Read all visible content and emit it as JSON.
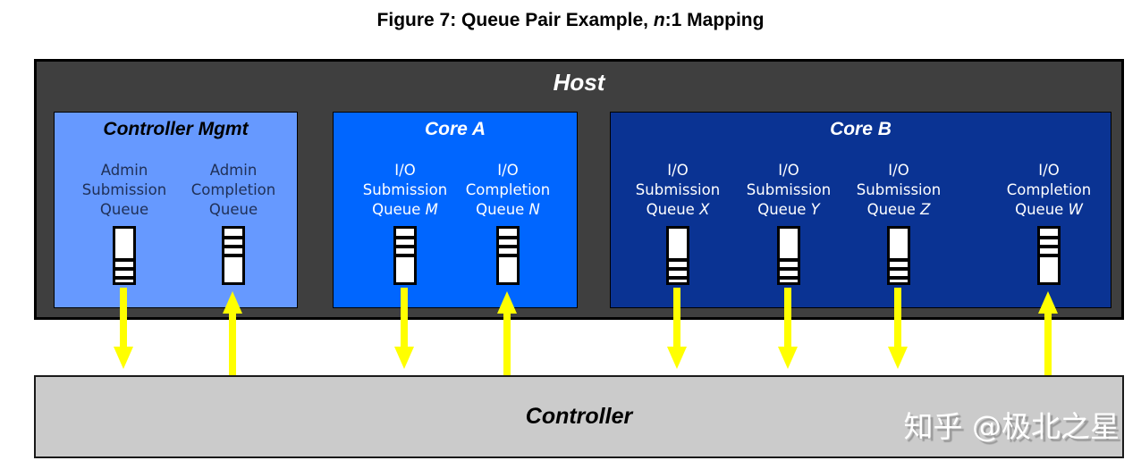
{
  "title": {
    "prefix": "Figure 7: Queue Pair Example, ",
    "italic_n": "n",
    "suffix": ":1 Mapping"
  },
  "host": {
    "label": "Host"
  },
  "controller": {
    "label": "Controller"
  },
  "watermark": {
    "text": "知乎 @极北之星"
  },
  "colors": {
    "host_bg": "#3F3F3F",
    "controller_mgmt_bg": "#6699FF",
    "core_a_bg": "#0066FF",
    "core_b_bg": "#0A3393",
    "controller_bg": "#CBCBCB",
    "arrow_yellow": "#FFFF00",
    "mgmt_label_text": "#203057",
    "core_label_text": "#FFFFFF"
  },
  "groups": [
    {
      "label": "Controller Mgmt",
      "queues": [
        {
          "line1": "Admin",
          "line2": "Submission",
          "line3": "Queue",
          "fill": "bottom",
          "arrow": "down"
        },
        {
          "line1": "Admin",
          "line2": "Completion",
          "line3": "Queue",
          "fill": "top",
          "arrow": "up"
        }
      ]
    },
    {
      "label": "Core A",
      "queues": [
        {
          "line1": "I/O",
          "line2": "Submission",
          "line3": "Queue ",
          "line3_italic": "M",
          "fill": "top",
          "arrow": "down"
        },
        {
          "line1": "I/O",
          "line2": "Completion",
          "line3": "Queue ",
          "line3_italic": "N",
          "fill": "top",
          "arrow": "up"
        }
      ]
    },
    {
      "label": "Core B",
      "queues": [
        {
          "line1": "I/O",
          "line2": "Submission",
          "line3": "Queue ",
          "line3_italic": "X",
          "fill": "bottom",
          "arrow": "down"
        },
        {
          "line1": "I/O",
          "line2": "Submission",
          "line3": "Queue ",
          "line3_italic": "Y",
          "fill": "bottom",
          "arrow": "down"
        },
        {
          "line1": "I/O",
          "line2": "Submission",
          "line3": "Queue ",
          "line3_italic": "Z",
          "fill": "bottom",
          "arrow": "down"
        },
        {
          "line1": "I/O",
          "line2": "Completion",
          "line3": "Queue ",
          "line3_italic": "W",
          "fill": "top",
          "arrow": "up"
        }
      ]
    }
  ]
}
